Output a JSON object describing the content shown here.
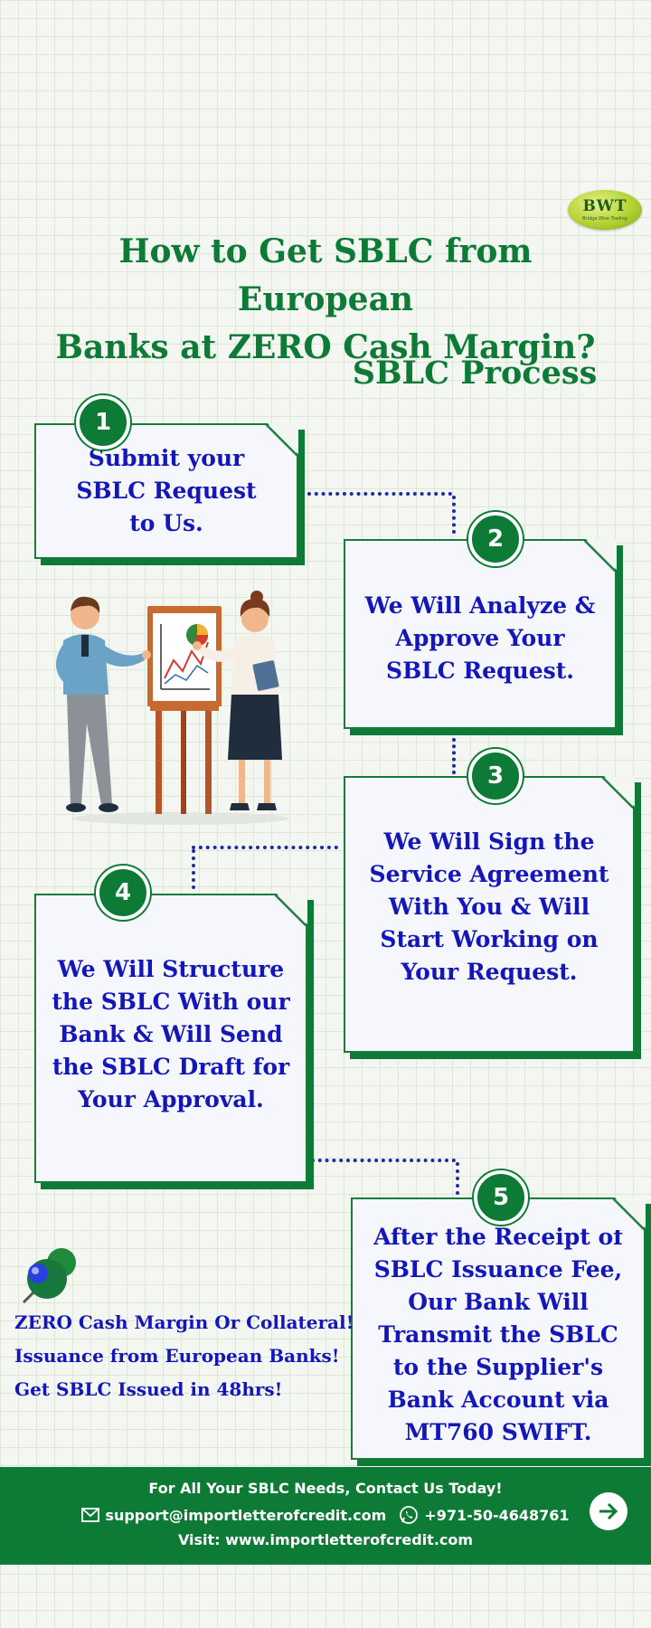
{
  "logo": {
    "text": "BWT",
    "tagline": "Bridge Wise Trading"
  },
  "title": {
    "line1": "How to Get SBLC from European",
    "line2": "Banks at ZERO Cash Margin?"
  },
  "subtitle": "SBLC Process",
  "steps": [
    {
      "number": "1",
      "text": "Submit your SBLC Request to Us."
    },
    {
      "number": "2",
      "text": "We Will Analyze & Approve Your SBLC Request."
    },
    {
      "number": "3",
      "text": "We Will Sign the Service Agreement With You & Will Start Working on Your Request."
    },
    {
      "number": "4",
      "text": "We Will Structure the SBLC With our Bank & Will Send the SBLC Draft for Your Approval."
    },
    {
      "number": "5",
      "text": "After the Receipt of SBLC Issuance Fee, Our Bank Will Transmit the SBLC to the Supplier's Bank Account via MT760 SWIFT."
    }
  ],
  "features": [
    "ZERO Cash Margin Or Collateral!",
    "Issuance from European Banks!",
    "Get SBLC Issued in 48hrs!"
  ],
  "footer": {
    "cta": "For All Your SBLC Needs, Contact Us Today!",
    "email": "support@importletterofcredit.com",
    "phone": "+971-50-4648761",
    "visit": "Visit: www.importletterofcredit.com"
  },
  "colors": {
    "brand_green": "#0d7a35",
    "text_blue": "#1417b8",
    "background": "#f3f6f1"
  }
}
